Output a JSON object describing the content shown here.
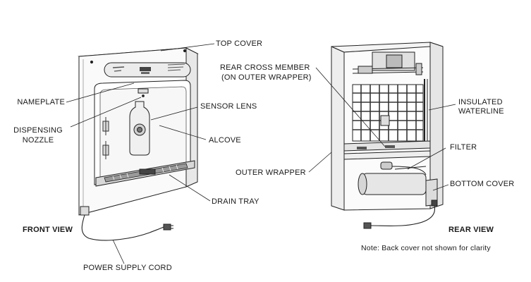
{
  "labels": {
    "top_cover": "TOP COVER",
    "nameplate": "NAMEPLATE",
    "sensor_lens": "SENSOR LENS",
    "dispensing_nozzle_1": "DISPENSING",
    "dispensing_nozzle_2": "NOZZLE",
    "alcove": "ALCOVE",
    "drain_tray": "DRAIN TRAY",
    "power_supply_cord": "POWER SUPPLY CORD",
    "rear_cross_member_1": "REAR CROSS MEMBER",
    "rear_cross_member_2": "(ON OUTER WRAPPER)",
    "insulated_waterline_1": "INSULATED",
    "insulated_waterline_2": "WATERLINE",
    "filter": "FILTER",
    "outer_wrapper": "OUTER WRAPPER",
    "bottom_cover": "BOTTOM COVER"
  },
  "views": {
    "front": "FRONT VIEW",
    "rear": "REAR VIEW"
  },
  "note": "Note: Back cover not shown for clarity"
}
